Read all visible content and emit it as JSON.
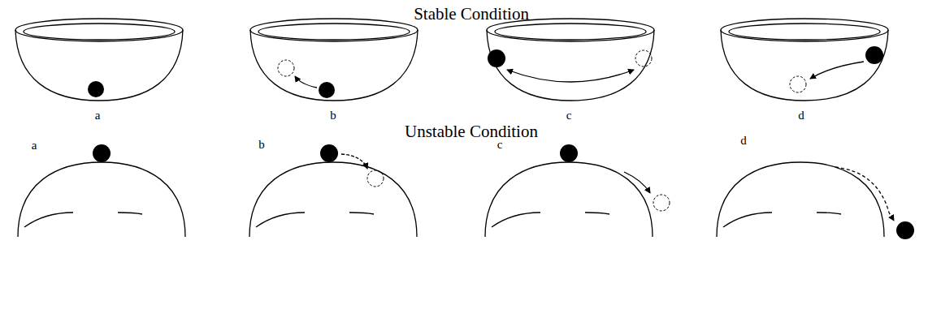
{
  "diagram": {
    "labels": [
      "Stable Condition",
      "a",
      "b",
      "c",
      "d",
      "Unstable Condition",
      "a",
      "b",
      "c",
      "d"
    ]
  }
}
